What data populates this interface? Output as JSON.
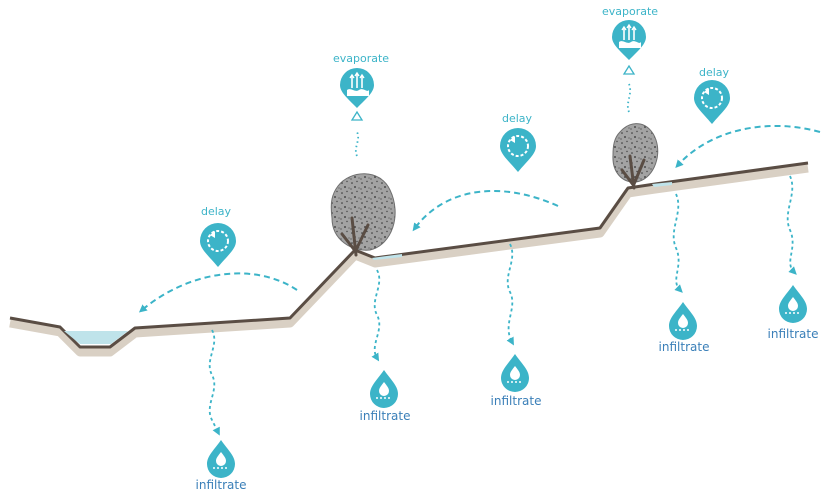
{
  "colors": {
    "accent": "#3cb4c8",
    "ground_fill": "#d9d0c4",
    "ground_line": "#5a4d44",
    "water": "#bfe3ea",
    "rock": "#9a9a9a"
  },
  "labels": {
    "evaporate_left": "evaporate",
    "evaporate_right": "evaporate",
    "delay_left": "delay",
    "delay_middle": "delay",
    "delay_right": "delay",
    "infiltrate_1": "infiltrate",
    "infiltrate_2": "infiltrate",
    "infiltrate_3": "infiltrate",
    "infiltrate_4": "infiltrate",
    "infiltrate_5": "infiltrate"
  },
  "icons": {
    "evaporate": "evaporate-icon",
    "delay": "delay-icon",
    "infiltrate": "infiltrate-icon"
  }
}
